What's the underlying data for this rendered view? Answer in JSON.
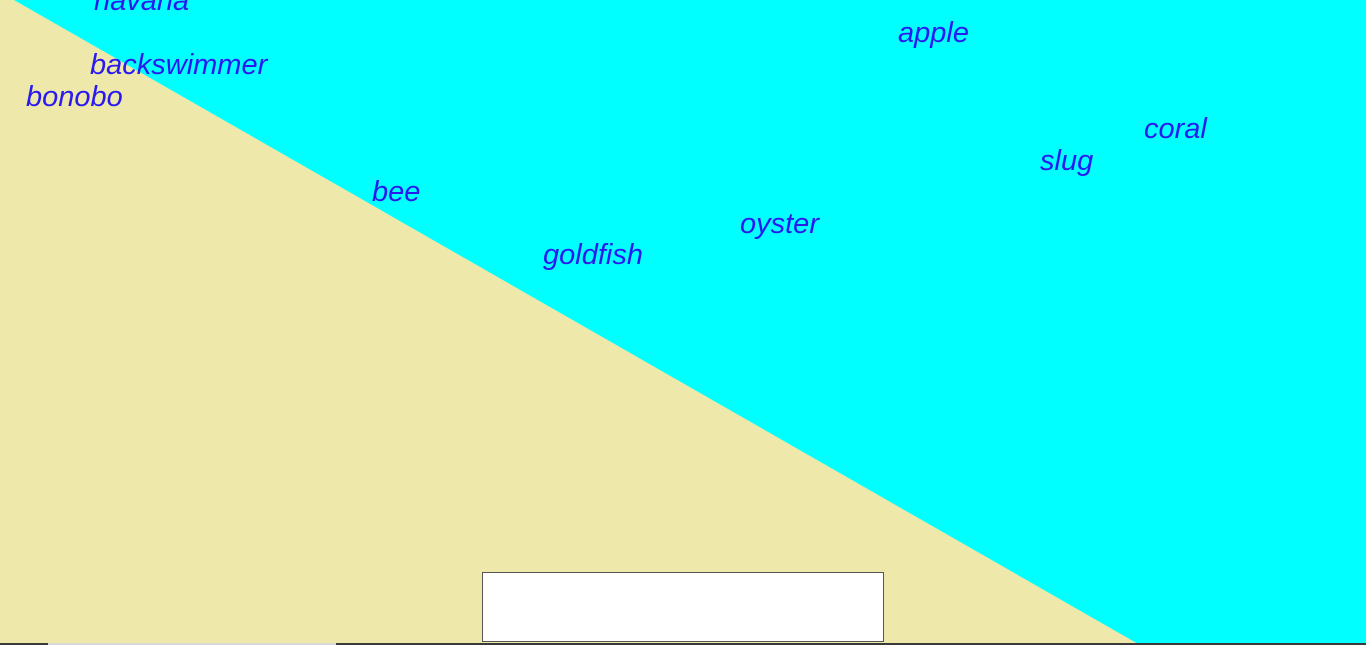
{
  "colors": {
    "sky": "#00ffff",
    "ground": "#eee8aa",
    "word": "#2a1af0",
    "answer_box": "#ffffff"
  },
  "words": [
    {
      "id": "havana",
      "label": "havana"
    },
    {
      "id": "apple",
      "label": "apple"
    },
    {
      "id": "backswimmer",
      "label": "backswimmer"
    },
    {
      "id": "bonobo",
      "label": "bonobo"
    },
    {
      "id": "coral",
      "label": "coral"
    },
    {
      "id": "slug",
      "label": "slug"
    },
    {
      "id": "bee",
      "label": "bee"
    },
    {
      "id": "oyster",
      "label": "oyster"
    },
    {
      "id": "goldfish",
      "label": "goldfish"
    }
  ],
  "answer_box": {
    "value": ""
  }
}
